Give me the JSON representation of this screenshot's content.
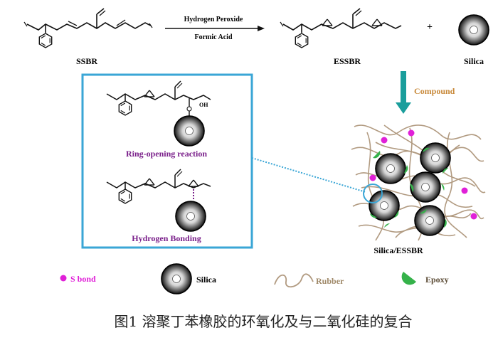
{
  "reaction": {
    "reagent_top": "Hydrogen Peroxide",
    "reagent_bottom": "Formic Acid",
    "plus": "+"
  },
  "labels": {
    "ssbr": "SSBR",
    "essbr": "ESSBR",
    "silica_top": "Silica",
    "compound": "Compound",
    "composite": "Silica/ESSBR",
    "oh": "OH"
  },
  "inset": {
    "ring_opening": "Ring-opening reaction",
    "hydrogen_bonding": "Hydrogen Bonding"
  },
  "legend": {
    "s_bond": "S bond",
    "silica": "Silica",
    "rubber": "Rubber",
    "epoxy": "Epoxy"
  },
  "caption": "图1 溶聚丁苯橡胶的环氧化及与二氧化硅的复合",
  "colors": {
    "line": "#111111",
    "box": "#3aa6d6",
    "teal_arrow": "#1a9e9c",
    "compound_text": "#c8893a",
    "purple_text": "#7a1f8a",
    "magenta": "#e020d8",
    "rubber": "#b19a80",
    "epoxy": "#35b24a",
    "rubber_text": "#a08a6a",
    "epoxy_text": "#5a4a34"
  }
}
